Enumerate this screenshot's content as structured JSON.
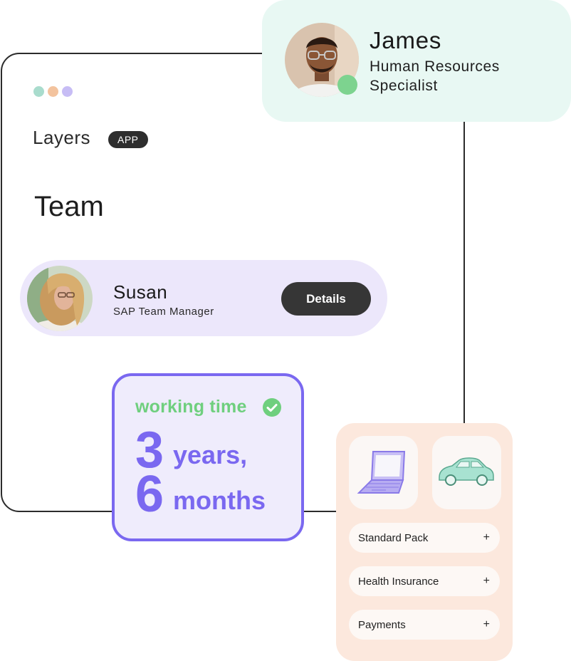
{
  "window": {
    "dots": [
      "#a9dccd",
      "#f3c39e",
      "#c7bdf5"
    ],
    "brand": "Layers",
    "badge": "APP",
    "title": "Team"
  },
  "employee": {
    "name": "Susan",
    "role": "SAP Team Manager",
    "details_label": "Details",
    "avatar": "susan-portrait"
  },
  "profile": {
    "name": "James",
    "role_line1": "Human Resources",
    "role_line2": "Specialist",
    "status_color": "#7dd38f",
    "avatar": "james-portrait"
  },
  "working_time": {
    "label": "working time",
    "years": "3",
    "years_unit": "years,",
    "months": "6",
    "months_unit": "months",
    "accent": "#7a68f0",
    "check_color": "#6fcf7e"
  },
  "benefits": {
    "tiles": [
      "laptop-icon",
      "car-icon"
    ],
    "items": [
      {
        "label": "Standard Pack",
        "action": "+"
      },
      {
        "label": "Health Insurance",
        "action": "+"
      },
      {
        "label": "Payments",
        "action": "+"
      }
    ]
  }
}
